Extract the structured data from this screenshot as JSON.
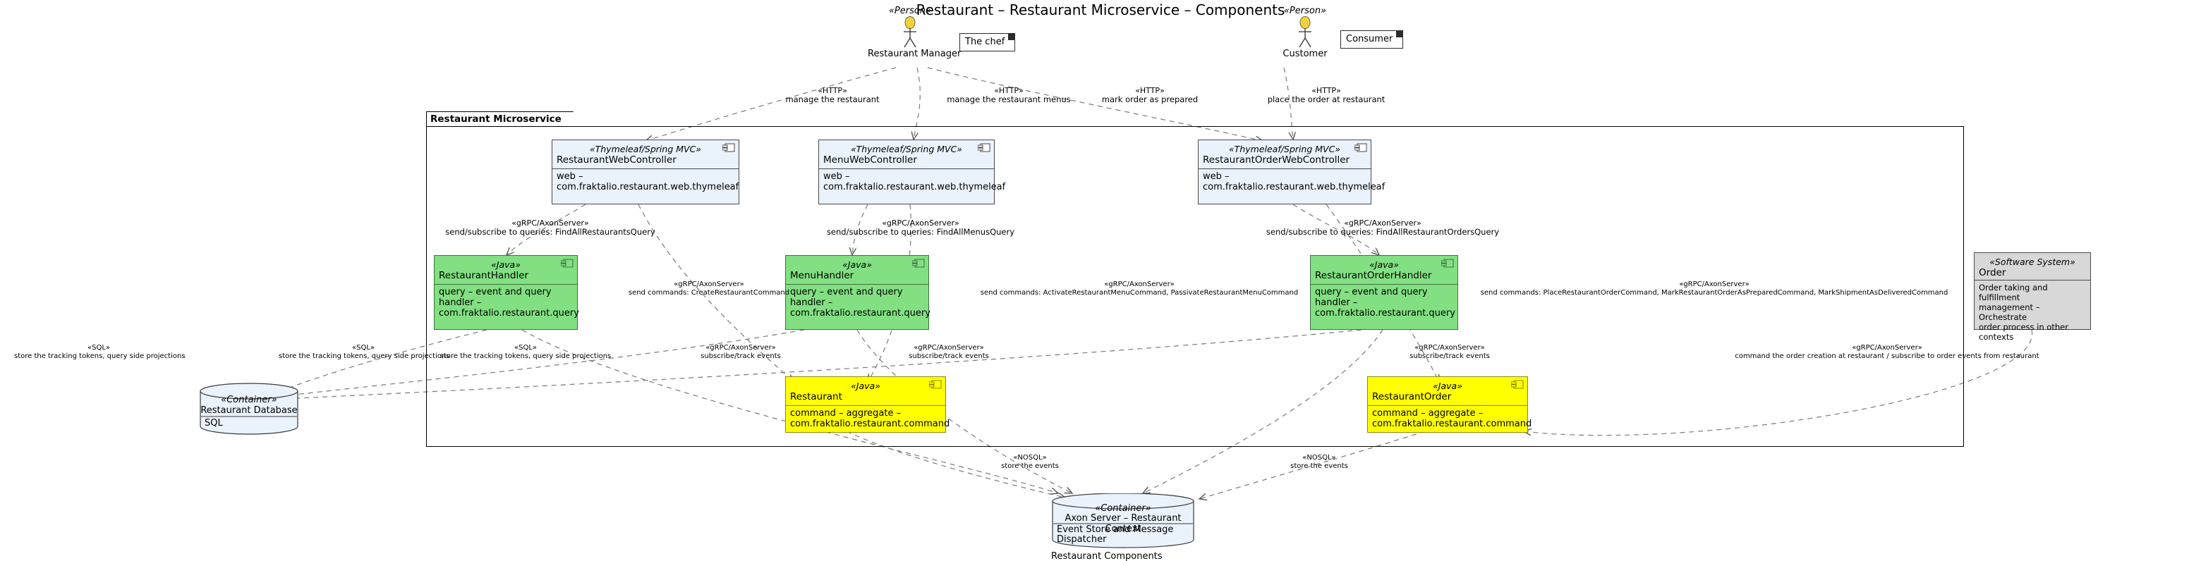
{
  "title": "Restaurant – Restaurant Microservice – Components",
  "actors": [
    {
      "id": "restaurant-manager",
      "stereotype": "«Person»",
      "name": "Restaurant Manager",
      "note": "The chef"
    },
    {
      "id": "customer",
      "stereotype": "«Person»",
      "name": "Customer",
      "note": "Consumer"
    }
  ],
  "package": {
    "label": "Restaurant Microservice"
  },
  "components": [
    {
      "id": "restaurant-web-controller",
      "stereotype": "«Thymeleaf/Spring MVC»",
      "name": "RestaurantWebController",
      "body": "web –\ncom.fraktalio.restaurant.web.thymeleaf",
      "color": "blue"
    },
    {
      "id": "menu-web-controller",
      "stereotype": "«Thymeleaf/Spring MVC»",
      "name": "MenuWebController",
      "body": "web –\ncom.fraktalio.restaurant.web.thymeleaf",
      "color": "blue"
    },
    {
      "id": "restaurant-order-web-controller",
      "stereotype": "«Thymeleaf/Spring MVC»",
      "name": "RestaurantOrderWebController",
      "body": "web –\ncom.fraktalio.restaurant.web.thymeleaf",
      "color": "blue"
    },
    {
      "id": "restaurant-handler",
      "stereotype": "«Java»",
      "name": "RestaurantHandler",
      "body": "query – event and query\nhandler –\ncom.fraktalio.restaurant.query",
      "color": "green"
    },
    {
      "id": "menu-handler",
      "stereotype": "«Java»",
      "name": "MenuHandler",
      "body": "query – event and query\nhandler –\ncom.fraktalio.restaurant.query",
      "color": "green"
    },
    {
      "id": "restaurant-order-handler",
      "stereotype": "«Java»",
      "name": "RestaurantOrderHandler",
      "body": "query – event and query\nhandler –\ncom.fraktalio.restaurant.query",
      "color": "green"
    },
    {
      "id": "restaurant-aggregate",
      "stereotype": "«Java»",
      "name": "Restaurant",
      "body": "command – aggregate –\ncom.fraktalio.restaurant.command",
      "color": "yellow"
    },
    {
      "id": "restaurant-order-aggregate",
      "stereotype": "«Java»",
      "name": "RestaurantOrder",
      "body": "command – aggregate –\ncom.fraktalio.restaurant.command",
      "color": "yellow"
    },
    {
      "id": "order-software-system",
      "stereotype": "«Software System»",
      "name": "Order",
      "body": "Order taking and fulfillment\nmanagement – Orchestrate\norder process in other\ncontexts",
      "color": "gray"
    }
  ],
  "databases": [
    {
      "id": "restaurant-database",
      "stereotype": "«Container»",
      "name": "Restaurant Database",
      "body": "SQL"
    },
    {
      "id": "axon-server",
      "stereotype": "«Container»",
      "name": "Axon Server – Restaurant Context",
      "body": "Event Store and Message\nDispatcher",
      "caption": "Restaurant Components"
    }
  ],
  "edge_labels": [
    {
      "id": "http-manage-restaurant",
      "stereotype": "«HTTP»",
      "text": "manage the restaurant"
    },
    {
      "id": "http-manage-restaurant-menus",
      "stereotype": "«HTTP»",
      "text": "manage the restaurant menus"
    },
    {
      "id": "http-mark-order-prepared",
      "stereotype": "«HTTP»",
      "text": "mark order as prepared"
    },
    {
      "id": "http-place-order",
      "stereotype": "«HTTP»",
      "text": "place the order at restaurant"
    },
    {
      "id": "q-find-all-restaurants",
      "stereotype": "«gRPC/AxonServer»",
      "text": "send/subscribe to queries: FindAllRestaurantsQuery"
    },
    {
      "id": "q-find-all-menus",
      "stereotype": "«gRPC/AxonServer»",
      "text": "send/subscribe to queries: FindAllMenusQuery"
    },
    {
      "id": "q-find-all-restaurant-orders",
      "stereotype": "«gRPC/AxonServer»",
      "text": "send/subscribe to queries: FindAllRestaurantOrdersQuery"
    },
    {
      "id": "c-create-restaurant",
      "stereotype": "«gRPC/AxonServer»",
      "text": "send commands: CreateRestaurantCommand"
    },
    {
      "id": "c-menu-commands",
      "stereotype": "«gRPC/AxonServer»",
      "text": "send commands: ActivateRestaurantMenuCommand, PassivateRestaurantMenuCommand"
    },
    {
      "id": "c-order-commands",
      "stereotype": "«gRPC/AxonServer»",
      "text": "send commands: PlaceRestaurantOrderCommand, MarkRestaurantOrderAsPreparedCommand, MarkShipmentAsDeliveredCommand"
    },
    {
      "id": "sql-tracking-1",
      "stereotype": "«SQL»",
      "text": "store the tracking tokens, query side projections"
    },
    {
      "id": "sql-tracking-2",
      "stereotype": "«SQL»",
      "text": "store the tracking tokens, query side projections"
    },
    {
      "id": "sql-tracking-3",
      "stereotype": "«SQL»",
      "text": "store the tracking tokens, query side projections"
    },
    {
      "id": "sub-track-1",
      "stereotype": "«gRPC/AxonServer»",
      "text": "subscribe/track events"
    },
    {
      "id": "sub-track-2",
      "stereotype": "«gRPC/AxonServer»",
      "text": "subscribe/track events"
    },
    {
      "id": "sub-track-3",
      "stereotype": "«gRPC/AxonServer»",
      "text": "subscribe/track events"
    },
    {
      "id": "nosql-store-1",
      "stereotype": "«NOSQL»",
      "text": "store the events"
    },
    {
      "id": "nosql-store-2",
      "stereotype": "«NOSQL»",
      "text": "store the events"
    },
    {
      "id": "order-integration",
      "stereotype": "«gRPC/AxonServer»",
      "text": "command the order creation at restaurant / subscribe to order events from restaurant"
    }
  ],
  "colors": {
    "blue": "#eaf2fb",
    "green": "#82e082",
    "yellow": "#ffff00",
    "gray": "#d8d8d8",
    "actor_head": "#f2d13c",
    "line": "#6b6b6b"
  }
}
